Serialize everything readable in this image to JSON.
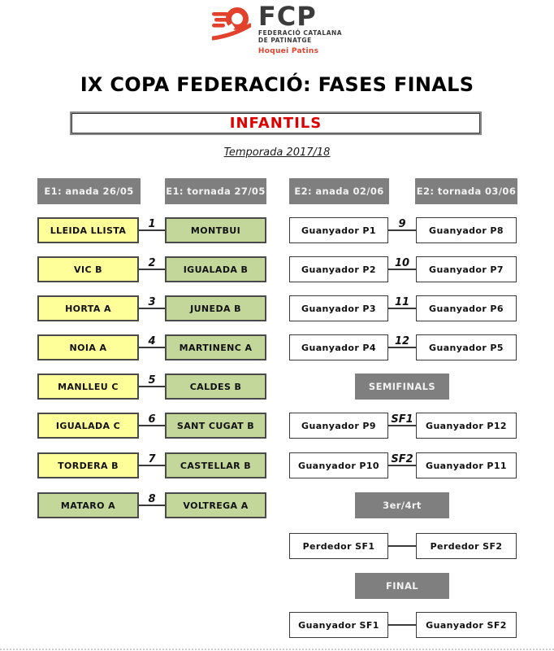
{
  "logo": {
    "acronym": "FCP",
    "line1": "FEDERACIÓ CATALANA",
    "line2": "DE PATINATGE",
    "tagline": "Hoquei Patins",
    "brand_red": "#e2412d",
    "brand_dark": "#3b3b3c"
  },
  "title": "IX COPA FEDERACIÓ: FASES FINALS",
  "category": "INFANTILS",
  "season": "Temporada 2017/18",
  "colors": {
    "team_yellow": "#ffff99",
    "team_green": "#c4d79b",
    "header_gray": "#7f7f7f",
    "category_red": "#dd0000",
    "box_border": "#3a3a3a"
  },
  "round_headers": [
    {
      "label": "E1: anada 26/05"
    },
    {
      "label": "E1: tornada 27/05"
    },
    {
      "label": "E2: anada 02/06"
    },
    {
      "label": "E2: tornada 03/06"
    }
  ],
  "round1": [
    {
      "num": "1",
      "home": "LLEIDA LLISTA",
      "home_color": "#ffff99",
      "away": "MONTBUI",
      "away_color": "#c4d79b"
    },
    {
      "num": "2",
      "home": "VIC B",
      "home_color": "#ffff99",
      "away": "IGUALADA B",
      "away_color": "#c4d79b"
    },
    {
      "num": "3",
      "home": "HORTA A",
      "home_color": "#ffff99",
      "away": "JUNEDA B",
      "away_color": "#c4d79b"
    },
    {
      "num": "4",
      "home": "NOIA A",
      "home_color": "#ffff99",
      "away": "MARTINENC A",
      "away_color": "#c4d79b"
    },
    {
      "num": "5",
      "home": "MANLLEU C",
      "home_color": "#ffff99",
      "away": "CALDES B",
      "away_color": "#c4d79b"
    },
    {
      "num": "6",
      "home": "IGUALADA C",
      "home_color": "#ffff99",
      "away": "SANT CUGAT B",
      "away_color": "#c4d79b"
    },
    {
      "num": "7",
      "home": "TORDERA B",
      "home_color": "#ffff99",
      "away": "CASTELLAR B",
      "away_color": "#c4d79b"
    },
    {
      "num": "8",
      "home": "MATARO A",
      "home_color": "#c4d79b",
      "away": "VOLTREGA A",
      "away_color": "#c4d79b"
    }
  ],
  "round2": [
    {
      "num": "9",
      "home": "Guanyador P1",
      "away": "Guanyador P8"
    },
    {
      "num": "10",
      "home": "Guanyador P2",
      "away": "Guanyador P7"
    },
    {
      "num": "11",
      "home": "Guanyador P3",
      "away": "Guanyador P6"
    },
    {
      "num": "12",
      "home": "Guanyador P4",
      "away": "Guanyador P5"
    }
  ],
  "semifinals": {
    "label": "SEMIFINALS",
    "matches": [
      {
        "num": "SF1",
        "home": "Guanyador P9",
        "away": "Guanyador P12"
      },
      {
        "num": "SF2",
        "home": "Guanyador P10",
        "away": "Guanyador P11"
      }
    ]
  },
  "third_place": {
    "label": "3er/4rt",
    "match": {
      "num": "",
      "home": "Perdedor SF1",
      "away": "Perdedor SF2"
    }
  },
  "final": {
    "label": "FINAL",
    "match": {
      "num": "",
      "home": "Guanyador SF1",
      "away": "Guanyador SF2"
    }
  }
}
